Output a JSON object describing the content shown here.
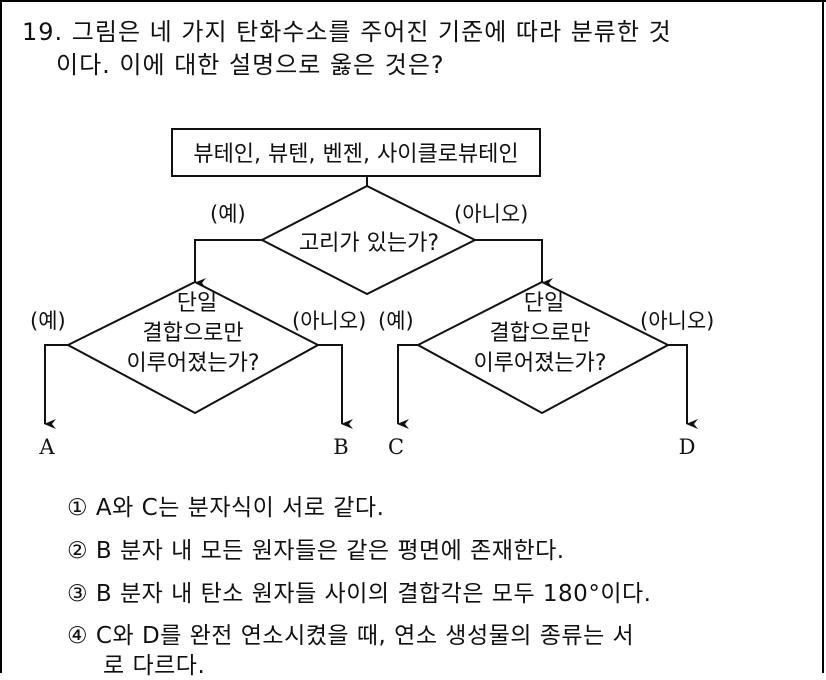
{
  "question": {
    "line1": "19. 그림은 네 가지 탄화수소를 주어진 기준에 따라 분류한 것",
    "line2": "이다. 이에 대한 설명으로 옳은 것은?"
  },
  "diagram": {
    "top_box": "뷰테인, 뷰텐, 벤젠, 사이클로뷰테인",
    "ring_question": "고리가 있는가?",
    "yes_label": "(예)",
    "no_label": "(아니오)",
    "single_bond_question": [
      "단일",
      "결합으로만",
      "이루어졌는가?"
    ],
    "leaves": [
      "A",
      "B",
      "C",
      "D"
    ]
  },
  "choices": [
    "① A와 C는 분자식이 서로 같다.",
    "② B 분자 내 모든 원자들은 같은 평면에 존재한다.",
    "③ B 분자 내 탄소 원자들 사이의 결합각은 모두 180°이다.",
    "④ C와 D를 완전 연소시켰을 때, 연소 생성물의 종류는 서",
    "로 다르다."
  ]
}
